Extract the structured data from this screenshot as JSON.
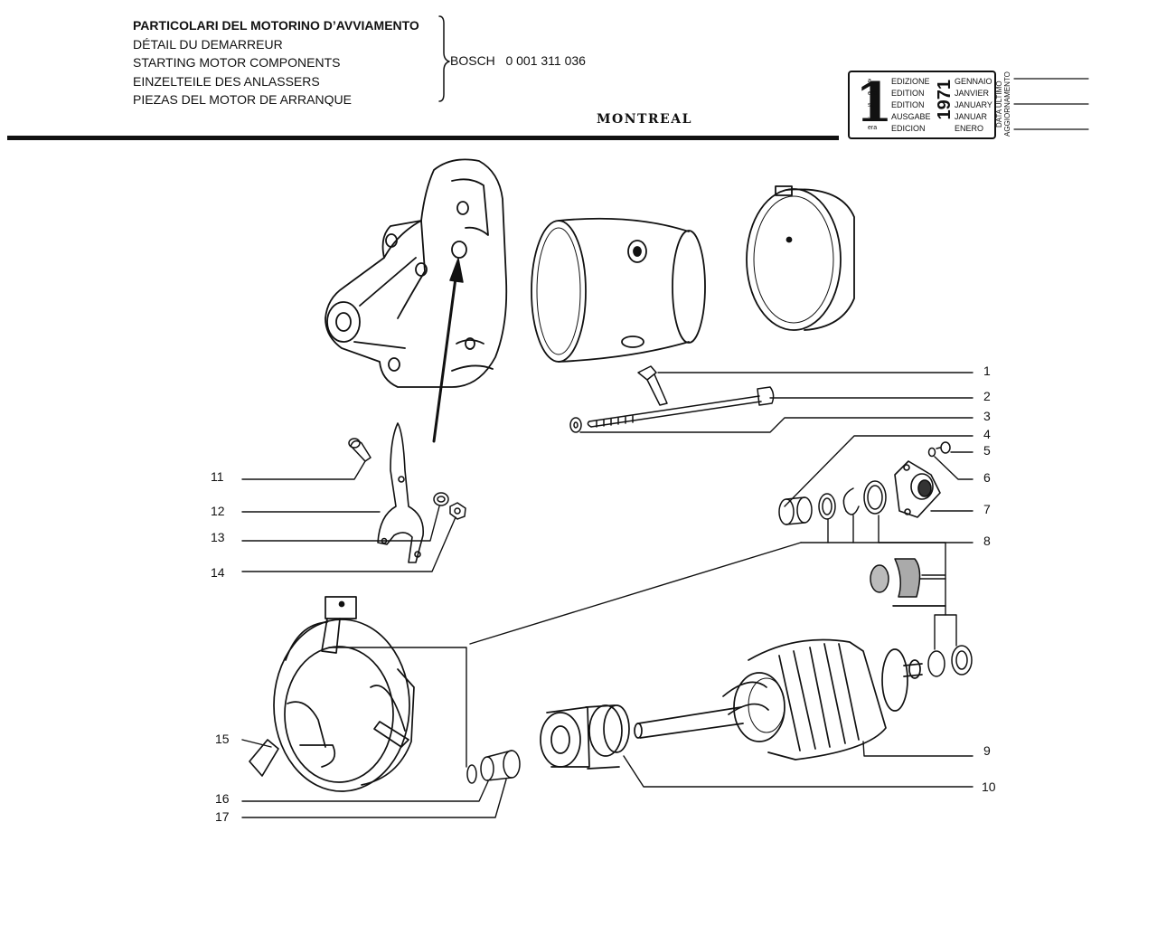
{
  "header": {
    "titles": [
      "PARTICOLARI DEL MOTORINO D’AVVIAMENTO",
      "DÉTAIL DU DEMARREUR",
      "STARTING MOTOR COMPONENTS",
      "EINZELTEILE DES ANLASSERS",
      "PIEZAS DEL MOTOR DE ARRANQUE"
    ],
    "reference": "BOSCH   0 001 311 036",
    "model": "MONTREAL"
  },
  "edition_box": {
    "number": "1",
    "suffixes": [
      "a",
      "ere",
      "st",
      ".",
      "era"
    ],
    "labels": [
      "EDIZIONE",
      "EDITION",
      "EDITION",
      "AUSGABE",
      "EDICION"
    ],
    "year": "1971",
    "months": [
      "GENNAIO",
      "JANVIER",
      "JANUARY",
      "JANUAR",
      "ENERO"
    ],
    "update_label": "DATA ULTIMO AGGIORNAMENTO"
  },
  "callouts": {
    "right": [
      "1",
      "2",
      "3",
      "4",
      "5",
      "6",
      "7",
      "8",
      "9",
      "10"
    ],
    "left": [
      "11",
      "12",
      "13",
      "14",
      "15",
      "16",
      "17"
    ]
  },
  "colors": {
    "ink": "#111111",
    "paper": "#ffffff"
  }
}
